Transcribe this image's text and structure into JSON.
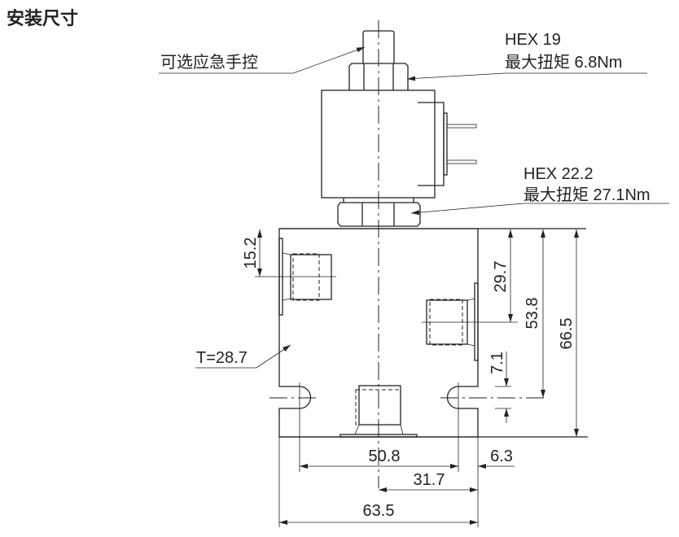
{
  "title": "安装尺寸",
  "callouts": {
    "manual_override": "可选应急手控",
    "hex_top": "HEX 19",
    "torque_top": "最大扭矩 6.8Nm",
    "hex_bottom": "HEX 22.2",
    "torque_bottom": "最大扭矩 27.1Nm",
    "thickness": "T=28.7"
  },
  "dimensions": {
    "d_15_2": "15.2",
    "d_29_7": "29.7",
    "d_53_8": "53.8",
    "d_66_5": "66.5",
    "d_7_1": "7.1",
    "d_50_8": "50.8",
    "d_6_3": "6.3",
    "d_31_7": "31.7",
    "d_63_5": "63.5"
  }
}
